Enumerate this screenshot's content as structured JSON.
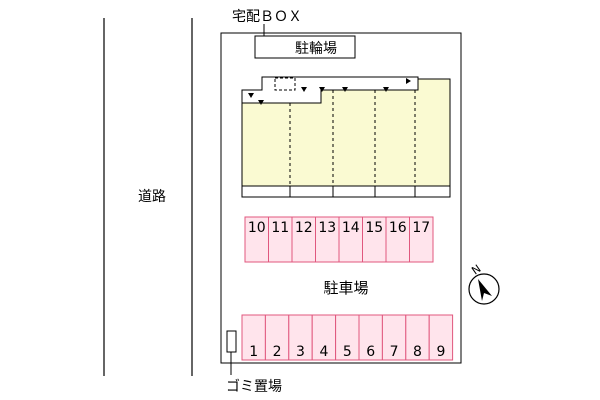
{
  "labels": {
    "delivery_box": "宅配ＢＯＸ",
    "bicycle_parking": "駐輪場",
    "road": "道路",
    "parking_lot": "駐車場",
    "garbage_area": "ゴミ置場",
    "north": "N"
  },
  "parking_top_row": [
    "10",
    "11",
    "12",
    "13",
    "14",
    "15",
    "16",
    "17"
  ],
  "parking_bottom_row": [
    "1",
    "2",
    "3",
    "4",
    "5",
    "6",
    "7",
    "8",
    "9"
  ],
  "colors": {
    "building_fill": "#fafad2",
    "parking_fill": "#ffe4ec",
    "parking_stroke": "#e0577e",
    "line": "#000000",
    "background": "#ffffff"
  },
  "icons": {
    "compass": "north-compass-icon",
    "entrance_marker": "triangle-down-icon"
  }
}
